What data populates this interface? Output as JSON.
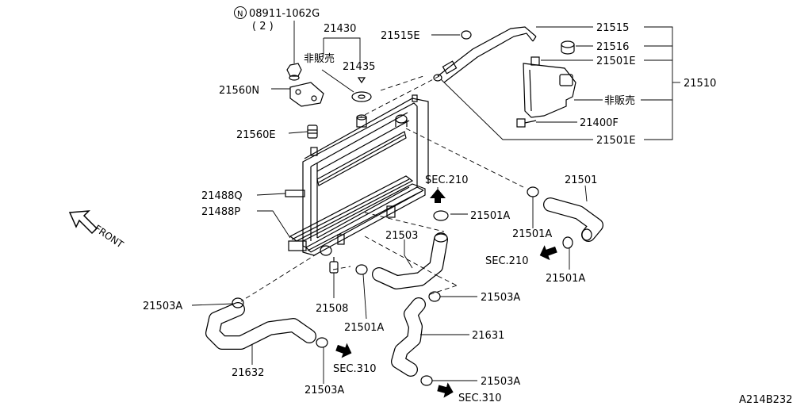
{
  "diagram": {
    "code": "A214B232",
    "front_label": "FRONT",
    "not_sold": "非販売",
    "bolt": {
      "symbol": "N",
      "part": "08911-1062G",
      "qty": "( 2 )"
    },
    "parts": {
      "p21430": "21430",
      "p21435": "21435",
      "p21560N": "21560N",
      "p21560E": "21560E",
      "p21488Q": "21488Q",
      "p21488P": "21488P",
      "p21515E": "21515E",
      "p21515": "21515",
      "p21516": "21516",
      "p21501E_top": "21501E",
      "p21510": "21510",
      "p21400F": "21400F",
      "p21501E_bot": "21501E",
      "p21501": "21501",
      "p21501A_top": "21501A",
      "p21501A_mid": "21501A",
      "p21501A_right": "21501A",
      "p21501A_low": "21501A",
      "p21503": "21503",
      "p21508": "21508",
      "p21503A_left": "21503A",
      "p21503A_right": "21503A",
      "p21503A_bot": "21503A",
      "p21503A_br": "21503A",
      "p21632": "21632",
      "p21631": "21631"
    },
    "sections": {
      "sec210_top": "SEC.210",
      "sec210_right": "SEC.210",
      "sec310_left": "SEC.310",
      "sec310_bot": "SEC.310"
    }
  }
}
